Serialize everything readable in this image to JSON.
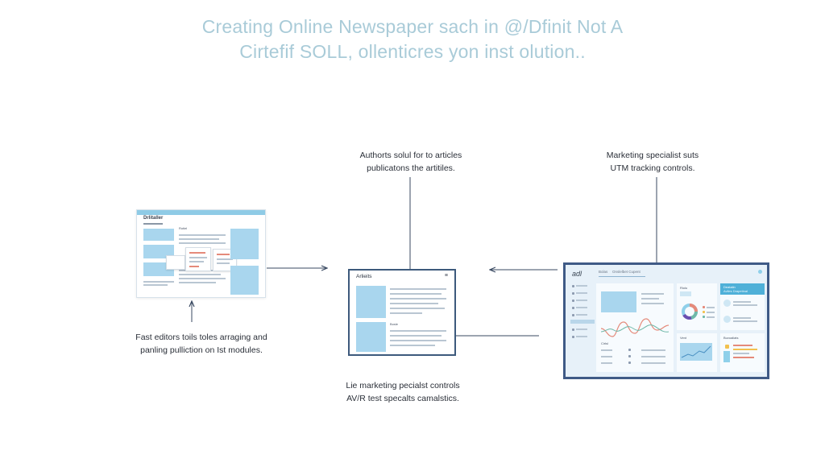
{
  "title": {
    "line1": "Creating  Online Newspaper sach in @/Dfinit Not A",
    "line2": "Cirtefif SOLL, ollenticres yon inst olution.."
  },
  "captions": {
    "authors": [
      "Authorts solul for to articles",
      "publicatons the artitiles."
    ],
    "marketing_top": [
      "Marketing specialist suts",
      "UTM tracking controls."
    ],
    "editors": [
      "Fast editors toils toles arraging and",
      "panling pulliction on Ist modules."
    ],
    "marketing_bottom": [
      "Lie marketing pecialst controls",
      "AV/R test specalts camalstics."
    ]
  },
  "editor_mockup": {
    "title": "Drlitaller",
    "card_label": "Rotiel"
  },
  "article_mockup": {
    "title": "Arlieits",
    "menu_icon": "≡",
    "label": "Bosle"
  },
  "dashboard_mockup": {
    "logo": "adl",
    "tab1": "Bolas",
    "tab2": "Onslelbet Cupent",
    "side_title": "Deatalin",
    "side_sub": "Avlles Drapetinal",
    "panel_label": "Cirlsl",
    "panel2_label": "Vent",
    "panel3_label": "Buvoaliats",
    "donut_label": "Riolu"
  },
  "colors": {
    "title": "#a9cbd8",
    "block_blue": "#a9d6ee",
    "border_navy": "#3d5a7c",
    "arrow": "#3a4a62"
  }
}
